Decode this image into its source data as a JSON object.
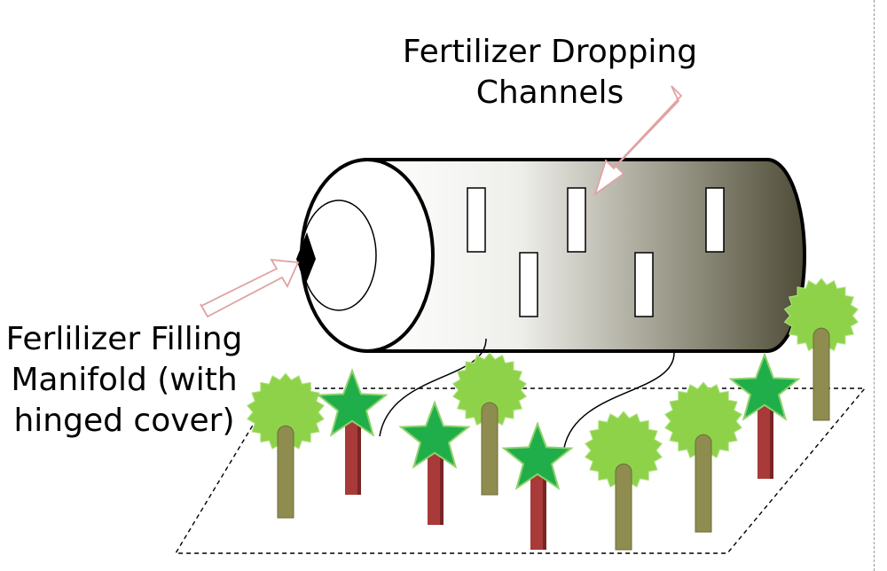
{
  "labels": {
    "channels_line1": "Fertilizer Dropping",
    "channels_line2": "Channels",
    "manifold_line1": "Ferlilizer Filling",
    "manifold_line2": "Manifold (with",
    "manifold_line3": "hinged cover)"
  },
  "colors": {
    "arrow_stroke": "#e0a3a3",
    "cylinder_dark": "#4f4c38",
    "tree_canopy": "#8ed24a",
    "tree_trunk": "#8f8c4f",
    "star_fill": "#1fae4a",
    "star_stem": "#a83a3a"
  }
}
